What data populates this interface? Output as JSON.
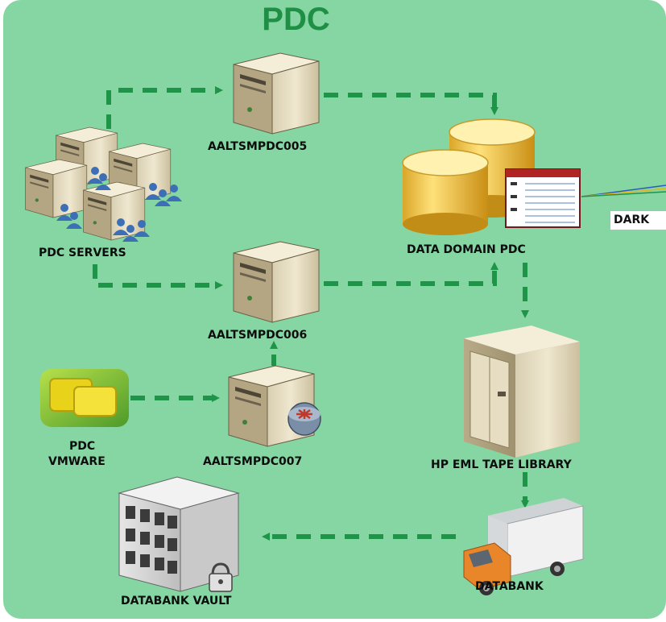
{
  "diagram": {
    "title": "PDC",
    "nodes": {
      "pdc_servers": "PDC SERVERS",
      "server_005": "AALTSMPDC005",
      "server_006": "AALTSMPDC006",
      "server_007": "AALTSMPDC007",
      "data_domain": "DATA DOMAIN PDC",
      "vmware_line1": "PDC",
      "vmware_line2": "VMWARE",
      "tape_library": "HP EML TAPE LIBRARY",
      "databank": "DATABANK",
      "databank_vault": "DATABANK VAULT",
      "dark_partial": "DARK"
    },
    "colors": {
      "background": "#86d6a3",
      "title": "#1f8f45",
      "arrow": "#1e9448"
    }
  }
}
